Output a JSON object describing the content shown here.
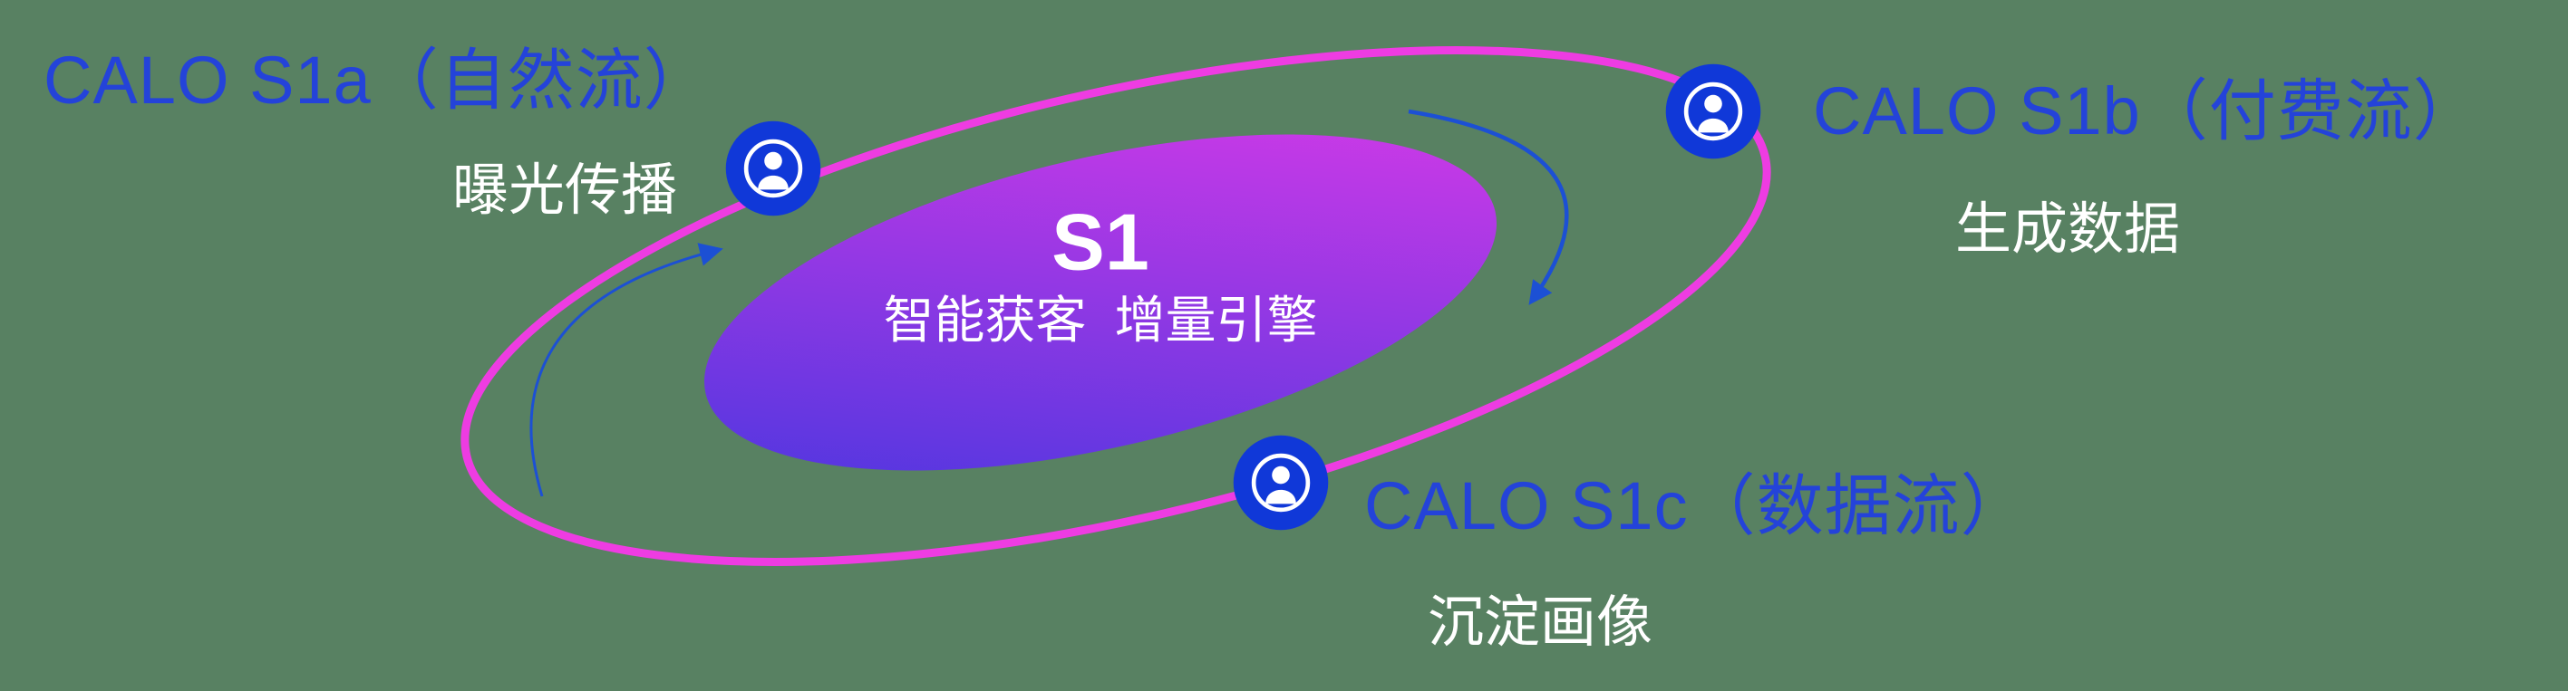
{
  "diagram": {
    "center": {
      "title": "S1",
      "subtitle": "智能获客  增量引擎"
    },
    "nodes": [
      {
        "id": "s1a",
        "title": "CALO S1a（自然流）",
        "subtitle": "曝光传播"
      },
      {
        "id": "s1b",
        "title": "CALO S1b（付费流）",
        "subtitle": "生成数据"
      },
      {
        "id": "s1c",
        "title": "CALO S1c（数据流）",
        "subtitle": "沉淀画像"
      }
    ],
    "colors": {
      "background": "#588162",
      "title_blue": "#2443d9",
      "ring_pink": "#ee3ce2",
      "node_blue": "#1038d8",
      "arrow_blue": "#1c50d4",
      "core_gradient_start": "#4436df",
      "core_gradient_end": "#db3ae8",
      "label_white": "#ffffff"
    }
  }
}
